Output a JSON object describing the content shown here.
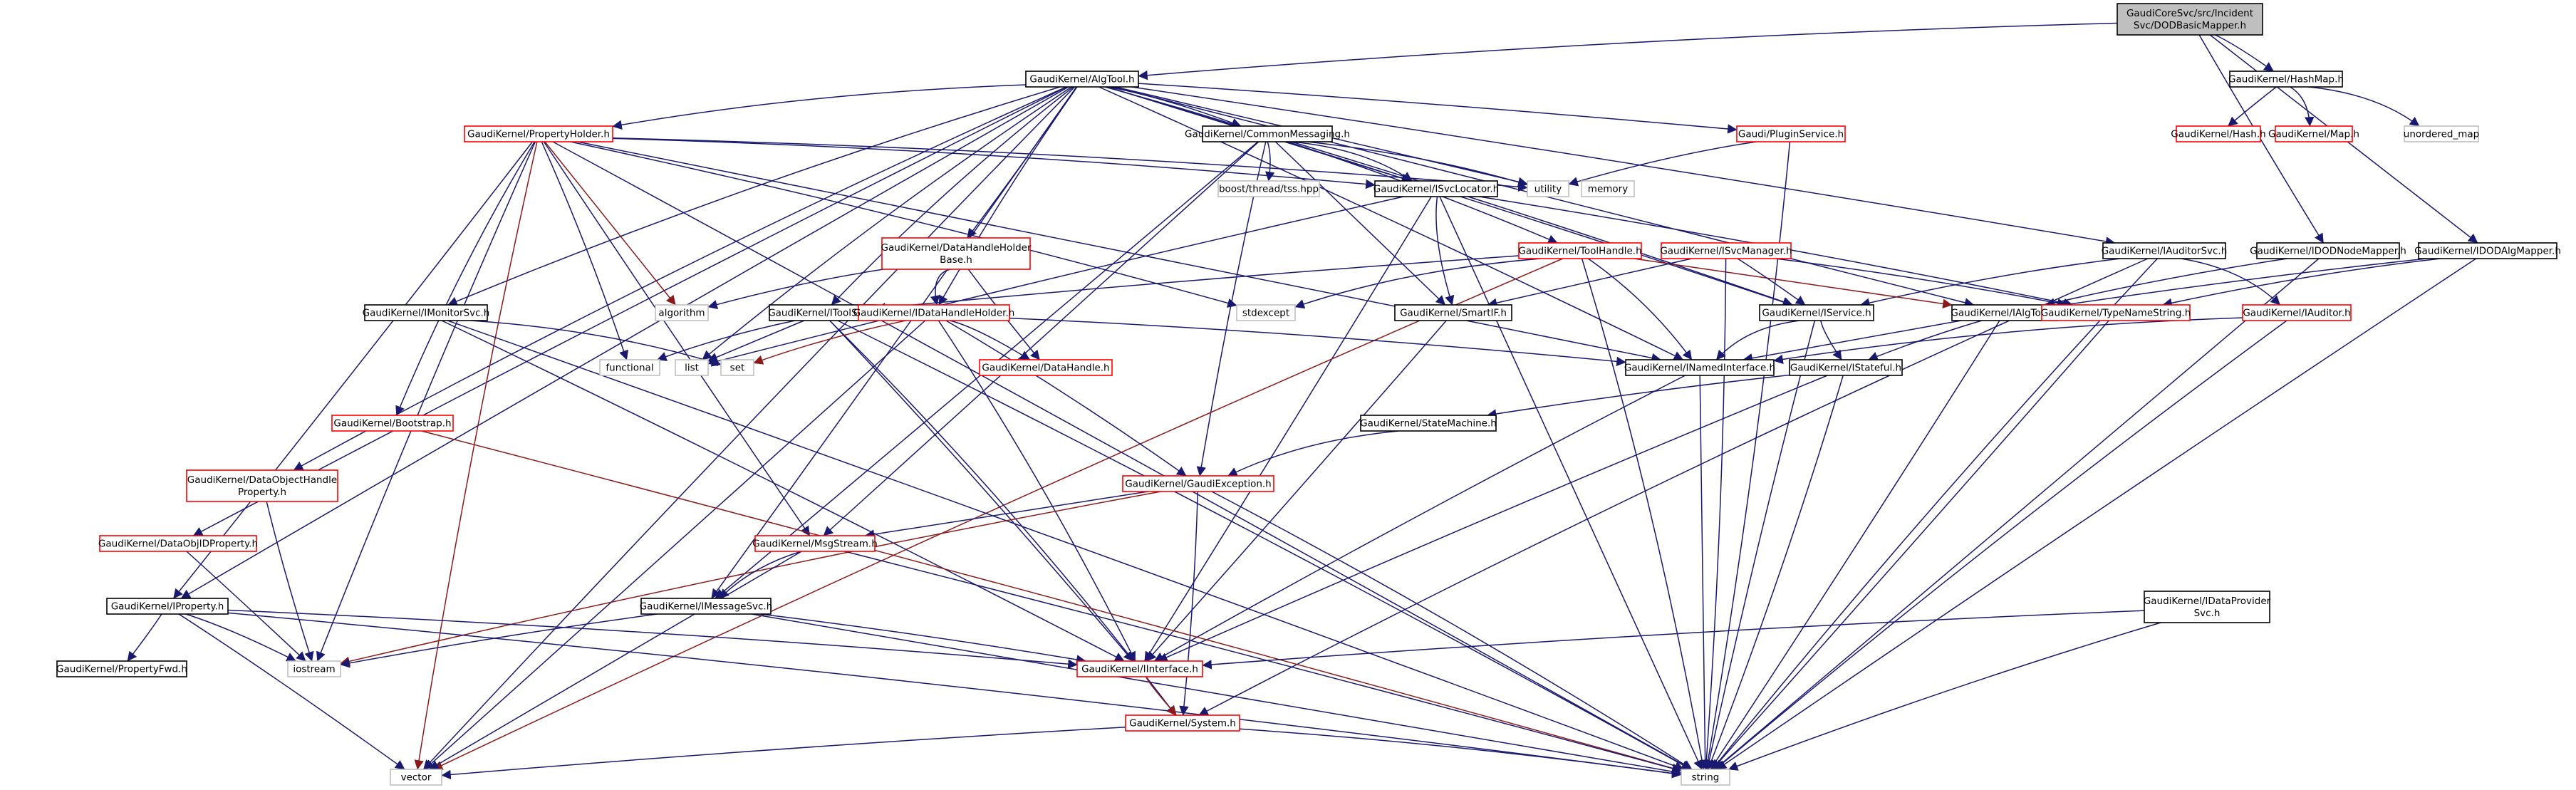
{
  "colors": {
    "edge": "#191970",
    "edge_alt": "#8b1a1a",
    "root_fill": "#bfbfbf",
    "documented_border": "#000000",
    "undocumented_border": "#ff0000",
    "external_border": "#bfbfbf"
  },
  "graph": {
    "nodes": [
      {
        "id": "root",
        "lines": [
          "GaudiCoreSvc/src/Incident",
          "Svc/DODBasicMapper.h"
        ],
        "kind": "root"
      },
      {
        "id": "algtool",
        "lines": [
          "GaudiKernel/AlgTool.h"
        ],
        "kind": "doc"
      },
      {
        "id": "hashmap",
        "lines": [
          "GaudiKernel/HashMap.h"
        ],
        "kind": "doc"
      },
      {
        "id": "hash",
        "lines": [
          "GaudiKernel/Hash.h"
        ],
        "kind": "red"
      },
      {
        "id": "map",
        "lines": [
          "GaudiKernel/Map.h"
        ],
        "kind": "red"
      },
      {
        "id": "unordered_map",
        "lines": [
          "unordered_map"
        ],
        "kind": "ext"
      },
      {
        "id": "propholder",
        "lines": [
          "GaudiKernel/PropertyHolder.h"
        ],
        "kind": "red"
      },
      {
        "id": "commonmsg",
        "lines": [
          "GaudiKernel/CommonMessaging.h"
        ],
        "kind": "doc"
      },
      {
        "id": "pluginsvc",
        "lines": [
          "Gaudi/PluginService.h"
        ],
        "kind": "red"
      },
      {
        "id": "boosttss",
        "lines": [
          "boost/thread/tss.hpp"
        ],
        "kind": "ext"
      },
      {
        "id": "utility",
        "lines": [
          "utility"
        ],
        "kind": "ext"
      },
      {
        "id": "memory",
        "lines": [
          "memory"
        ],
        "kind": "ext"
      },
      {
        "id": "isvclocator",
        "lines": [
          "GaudiKernel/ISvcLocator.h"
        ],
        "kind": "doc"
      },
      {
        "id": "iauditorsvc",
        "lines": [
          "GaudiKernel/IAuditorSvc.h"
        ],
        "kind": "doc"
      },
      {
        "id": "idodnodemapper",
        "lines": [
          "GaudiKernel/IDODNodeMapper.h"
        ],
        "kind": "doc"
      },
      {
        "id": "idodalgmapper",
        "lines": [
          "GaudiKernel/IDODAlgMapper.h"
        ],
        "kind": "doc"
      },
      {
        "id": "dhhbase",
        "lines": [
          "GaudiKernel/DataHandleHolder",
          "Base.h"
        ],
        "kind": "red"
      },
      {
        "id": "toolhandle",
        "lines": [
          "GaudiKernel/ToolHandle.h"
        ],
        "kind": "red"
      },
      {
        "id": "isvcmanager",
        "lines": [
          "GaudiKernel/ISvcManager.h"
        ],
        "kind": "red"
      },
      {
        "id": "imonitorsvc",
        "lines": [
          "GaudiKernel/IMonitorSvc.h"
        ],
        "kind": "doc"
      },
      {
        "id": "algorithm",
        "lines": [
          "algorithm"
        ],
        "kind": "ext"
      },
      {
        "id": "itoolsvc",
        "lines": [
          "GaudiKernel/IToolSvc.h"
        ],
        "kind": "doc"
      },
      {
        "id": "idhh",
        "lines": [
          "GaudiKernel/IDataHandleHolder.h"
        ],
        "kind": "red"
      },
      {
        "id": "stdexcept",
        "lines": [
          "stdexcept"
        ],
        "kind": "ext"
      },
      {
        "id": "smartif",
        "lines": [
          "GaudiKernel/SmartIF.h"
        ],
        "kind": "doc"
      },
      {
        "id": "iservice",
        "lines": [
          "GaudiKernel/IService.h"
        ],
        "kind": "doc"
      },
      {
        "id": "ialgtool",
        "lines": [
          "GaudiKernel/IAlgTool.h"
        ],
        "kind": "doc"
      },
      {
        "id": "typenamestring",
        "lines": [
          "GaudiKernel/TypeNameString.h"
        ],
        "kind": "red"
      },
      {
        "id": "iauditor",
        "lines": [
          "GaudiKernel/IAuditor.h"
        ],
        "kind": "red"
      },
      {
        "id": "functional",
        "lines": [
          "functional"
        ],
        "kind": "ext"
      },
      {
        "id": "list",
        "lines": [
          "list"
        ],
        "kind": "ext"
      },
      {
        "id": "set",
        "lines": [
          "set"
        ],
        "kind": "ext"
      },
      {
        "id": "datahandle",
        "lines": [
          "GaudiKernel/DataHandle.h"
        ],
        "kind": "red"
      },
      {
        "id": "inamedinterface",
        "lines": [
          "GaudiKernel/INamedInterface.h"
        ],
        "kind": "doc"
      },
      {
        "id": "istateful",
        "lines": [
          "GaudiKernel/IStateful.h"
        ],
        "kind": "doc"
      },
      {
        "id": "bootstrap",
        "lines": [
          "GaudiKernel/Bootstrap.h"
        ],
        "kind": "red"
      },
      {
        "id": "statemachine",
        "lines": [
          "GaudiKernel/StateMachine.h"
        ],
        "kind": "doc"
      },
      {
        "id": "dohprop",
        "lines": [
          "GaudiKernel/DataObjectHandle",
          "Property.h"
        ],
        "kind": "red"
      },
      {
        "id": "gaudiexception",
        "lines": [
          "GaudiKernel/GaudiException.h"
        ],
        "kind": "red"
      },
      {
        "id": "dataobjidprop",
        "lines": [
          "GaudiKernel/DataObjIDProperty.h"
        ],
        "kind": "red"
      },
      {
        "id": "msgstream",
        "lines": [
          "GaudiKernel/MsgStream.h"
        ],
        "kind": "red"
      },
      {
        "id": "iproperty",
        "lines": [
          "GaudiKernel/IProperty.h"
        ],
        "kind": "doc"
      },
      {
        "id": "imessagesvc",
        "lines": [
          "GaudiKernel/IMessageSvc.h"
        ],
        "kind": "doc"
      },
      {
        "id": "idataprovidersvc",
        "lines": [
          "GaudiKernel/IDataProvider",
          "Svc.h"
        ],
        "kind": "doc"
      },
      {
        "id": "iostream",
        "lines": [
          "iostream"
        ],
        "kind": "ext"
      },
      {
        "id": "propertyfwd",
        "lines": [
          "GaudiKernel/PropertyFwd.h"
        ],
        "kind": "doc"
      },
      {
        "id": "iinterface",
        "lines": [
          "GaudiKernel/IInterface.h"
        ],
        "kind": "red"
      },
      {
        "id": "system",
        "lines": [
          "GaudiKernel/System.h"
        ],
        "kind": "red"
      },
      {
        "id": "vector",
        "lines": [
          "vector"
        ],
        "kind": "ext"
      },
      {
        "id": "string",
        "lines": [
          "string"
        ],
        "kind": "ext"
      }
    ],
    "edges": [
      [
        "root",
        "algtool"
      ],
      [
        "root",
        "hashmap"
      ],
      [
        "root",
        "idodnodemapper"
      ],
      [
        "root",
        "idodalgmapper"
      ],
      [
        "hashmap",
        "hash"
      ],
      [
        "hashmap",
        "map"
      ],
      [
        "hashmap",
        "unordered_map"
      ],
      [
        "algtool",
        "propholder"
      ],
      [
        "algtool",
        "commonmsg"
      ],
      [
        "algtool",
        "pluginsvc"
      ],
      [
        "algtool",
        "isvclocator"
      ],
      [
        "algtool",
        "iauditorsvc"
      ],
      [
        "algtool",
        "dhhbase"
      ],
      [
        "algtool",
        "toolhandle"
      ],
      [
        "algtool",
        "imonitorsvc"
      ],
      [
        "algtool",
        "itoolsvc"
      ],
      [
        "algtool",
        "idhh"
      ],
      [
        "algtool",
        "ialgtool"
      ],
      [
        "algtool",
        "iservice"
      ],
      [
        "algtool",
        "iproperty"
      ],
      [
        "algtool",
        "dataobjidprop"
      ],
      [
        "algtool",
        "dohprop"
      ],
      [
        "algtool",
        "list"
      ],
      [
        "algtool",
        "vector"
      ],
      [
        "algtool",
        "utility"
      ],
      [
        "algtool",
        "inamedinterface"
      ],
      [
        "algtool",
        "imessagesvc"
      ],
      [
        "propholder",
        "utility"
      ],
      [
        "propholder",
        "isvclocator"
      ],
      [
        "propholder",
        "bootstrap"
      ],
      [
        "propholder",
        "msgstream"
      ],
      [
        "propholder",
        "algorithm"
      ],
      [
        "propholder",
        "functional"
      ],
      [
        "propholder",
        "stdexcept"
      ],
      [
        "propholder",
        "iproperty"
      ],
      [
        "propholder",
        "string"
      ],
      [
        "propholder",
        "vector"
      ],
      [
        "propholder",
        "iostream"
      ],
      [
        "propholder",
        "inamedinterface"
      ],
      [
        "commonmsg",
        "boosttss"
      ],
      [
        "commonmsg",
        "utility"
      ],
      [
        "commonmsg",
        "isvclocator"
      ],
      [
        "commonmsg",
        "smartif"
      ],
      [
        "commonmsg",
        "iservice"
      ],
      [
        "commonmsg",
        "gaudiexception"
      ],
      [
        "commonmsg",
        "msgstream"
      ],
      [
        "commonmsg",
        "imessagesvc"
      ],
      [
        "pluginsvc",
        "utility"
      ],
      [
        "pluginsvc",
        "string"
      ],
      [
        "isvclocator",
        "smartif"
      ],
      [
        "isvclocator",
        "typenamestring"
      ],
      [
        "isvclocator",
        "list"
      ],
      [
        "isvclocator",
        "string"
      ],
      [
        "isvclocator",
        "iinterface"
      ],
      [
        "iauditorsvc",
        "iservice"
      ],
      [
        "iauditorsvc",
        "iauditor"
      ],
      [
        "iauditorsvc",
        "system"
      ],
      [
        "iauditorsvc",
        "string"
      ],
      [
        "idodnodemapper",
        "ialgtool"
      ],
      [
        "idodnodemapper",
        "string"
      ],
      [
        "idodalgmapper",
        "ialgtool"
      ],
      [
        "idodalgmapper",
        "typenamestring"
      ],
      [
        "idodalgmapper",
        "string"
      ],
      [
        "dhhbase",
        "idhh"
      ],
      [
        "dhhbase",
        "datahandle"
      ],
      [
        "dhhbase",
        "algorithm"
      ],
      [
        "toolhandle",
        "ialgtool"
      ],
      [
        "toolhandle",
        "itoolsvc"
      ],
      [
        "toolhandle",
        "inamedinterface"
      ],
      [
        "toolhandle",
        "string"
      ],
      [
        "toolhandle",
        "stdexcept"
      ],
      [
        "toolhandle",
        "vector"
      ],
      [
        "isvcmanager",
        "iservice"
      ],
      [
        "isvcmanager",
        "smartif"
      ],
      [
        "isvcmanager",
        "typenamestring"
      ],
      [
        "isvcmanager",
        "string"
      ],
      [
        "imonitorsvc",
        "set"
      ],
      [
        "imonitorsvc",
        "iinterface"
      ],
      [
        "imonitorsvc",
        "string"
      ],
      [
        "itoolsvc",
        "functional"
      ],
      [
        "itoolsvc",
        "list"
      ],
      [
        "itoolsvc",
        "iinterface"
      ],
      [
        "itoolsvc",
        "string"
      ],
      [
        "itoolsvc",
        "system"
      ],
      [
        "idhh",
        "datahandle"
      ],
      [
        "idhh",
        "inamedinterface"
      ],
      [
        "idhh",
        "set"
      ],
      [
        "idhh",
        "vector"
      ],
      [
        "idhh",
        "gaudiexception"
      ],
      [
        "idhh",
        "iinterface"
      ],
      [
        "smartif",
        "iinterface"
      ],
      [
        "iservice",
        "inamedinterface"
      ],
      [
        "iservice",
        "istateful"
      ],
      [
        "iservice",
        "string"
      ],
      [
        "ialgtool",
        "inamedinterface"
      ],
      [
        "ialgtool",
        "istateful"
      ],
      [
        "ialgtool",
        "string"
      ],
      [
        "typenamestring",
        "string"
      ],
      [
        "iauditor",
        "inamedinterface"
      ],
      [
        "iauditor",
        "string"
      ],
      [
        "inamedinterface",
        "iinterface"
      ],
      [
        "inamedinterface",
        "string"
      ],
      [
        "istateful",
        "statemachine"
      ],
      [
        "istateful",
        "iinterface"
      ],
      [
        "istateful",
        "string"
      ],
      [
        "statemachine",
        "gaudiexception"
      ],
      [
        "bootstrap",
        "string"
      ],
      [
        "dohprop",
        "iostream"
      ],
      [
        "gaudiexception",
        "msgstream"
      ],
      [
        "gaudiexception",
        "system"
      ],
      [
        "gaudiexception",
        "string"
      ],
      [
        "gaudiexception",
        "iostream"
      ],
      [
        "dataobjidprop",
        "iostream"
      ],
      [
        "msgstream",
        "imessagesvc"
      ],
      [
        "msgstream",
        "string"
      ],
      [
        "msgstream",
        "vector"
      ],
      [
        "iproperty",
        "propertyfwd"
      ],
      [
        "iproperty",
        "iinterface"
      ],
      [
        "iproperty",
        "string"
      ],
      [
        "iproperty",
        "vector"
      ],
      [
        "iproperty",
        "iostream"
      ],
      [
        "imessagesvc",
        "iinterface"
      ],
      [
        "imessagesvc",
        "string"
      ],
      [
        "imessagesvc",
        "iostream"
      ],
      [
        "idataprovidersvc",
        "iinterface"
      ],
      [
        "idataprovidersvc",
        "string"
      ],
      [
        "iinterface",
        "system"
      ],
      [
        "system",
        "string"
      ],
      [
        "system",
        "vector"
      ]
    ]
  }
}
